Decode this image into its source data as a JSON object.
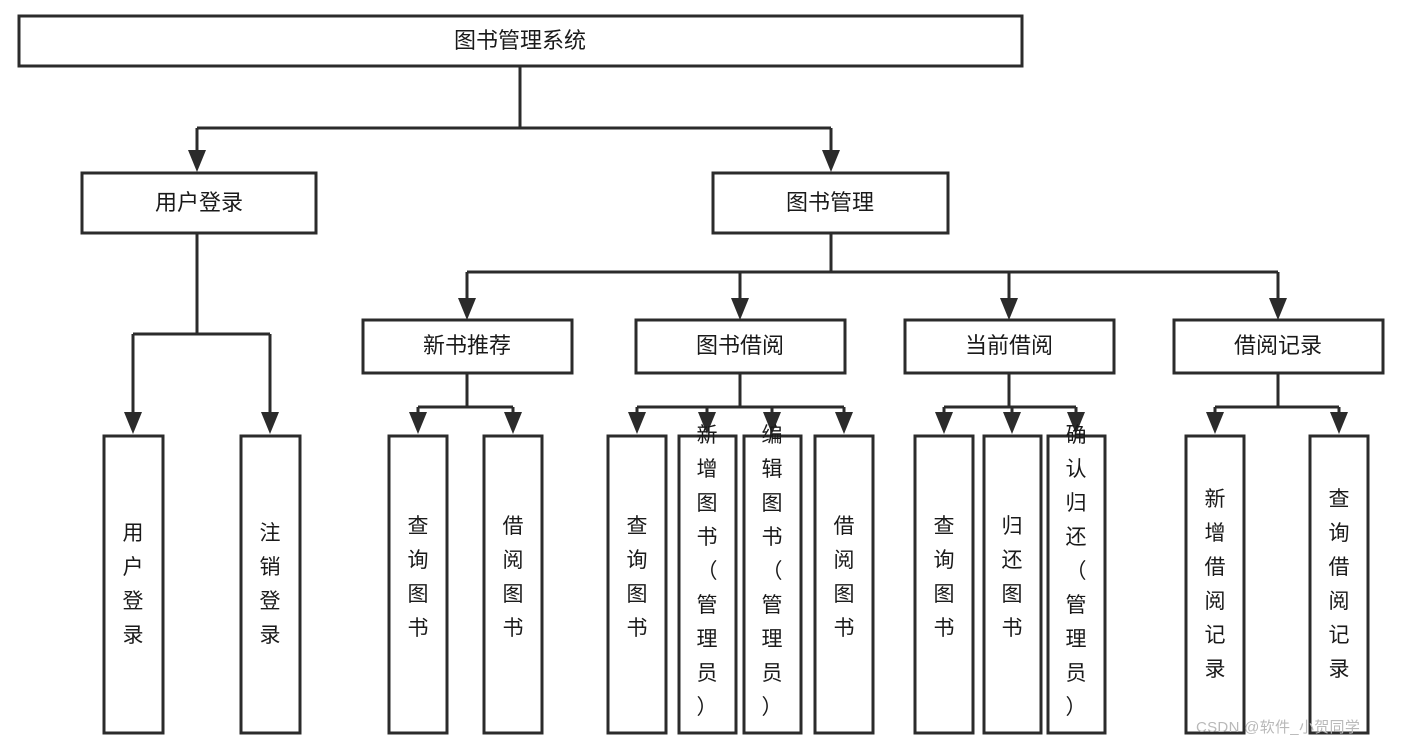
{
  "diagram": {
    "title": "图书管理系统",
    "type": "tree",
    "orientation": "top-down",
    "colors": {
      "box_stroke": "#2b2b2b",
      "box_fill": "#ffffff",
      "connector": "#2b2b2b",
      "text": "#1a1a1a",
      "background": "#ffffff",
      "watermark": "#b9b9b9"
    }
  },
  "watermark": {
    "text": "CSDN @软件_小贺同学"
  },
  "nodes": {
    "root": {
      "label": "图书管理系统"
    },
    "level2": [
      {
        "label": "用户登录"
      },
      {
        "label": "图书管理"
      }
    ],
    "level3": [
      {
        "label": "新书推荐"
      },
      {
        "label": "图书借阅"
      },
      {
        "label": "当前借阅"
      },
      {
        "label": "借阅记录"
      }
    ],
    "leaves": {
      "user_login": [
        {
          "label": "用户登录"
        },
        {
          "label": "注销登录"
        }
      ],
      "new_book_recommend": [
        {
          "label": "查询图书"
        },
        {
          "label": "借阅图书"
        }
      ],
      "book_borrow": [
        {
          "label": "查询图书"
        },
        {
          "label": "新增图书（管理员）"
        },
        {
          "label": "编辑图书（管理员）"
        },
        {
          "label": "借阅图书"
        }
      ],
      "current_borrow": [
        {
          "label": "查询图书"
        },
        {
          "label": "归还图书"
        },
        {
          "label": "确认归还（管理员）"
        }
      ],
      "borrow_record": [
        {
          "label": "新增借阅记录"
        },
        {
          "label": "查询借阅记录"
        }
      ]
    }
  },
  "tree_structure": {
    "图书管理系统": {
      "用户登录": [
        "用户登录",
        "注销登录"
      ],
      "图书管理": {
        "新书推荐": [
          "查询图书",
          "借阅图书"
        ],
        "图书借阅": [
          "查询图书",
          "新增图书（管理员）",
          "编辑图书（管理员）",
          "借阅图书"
        ],
        "当前借阅": [
          "查询图书",
          "归还图书",
          "确认归还（管理员）"
        ],
        "借阅记录": [
          "新增借阅记录",
          "查询借阅记录"
        ]
      }
    }
  }
}
